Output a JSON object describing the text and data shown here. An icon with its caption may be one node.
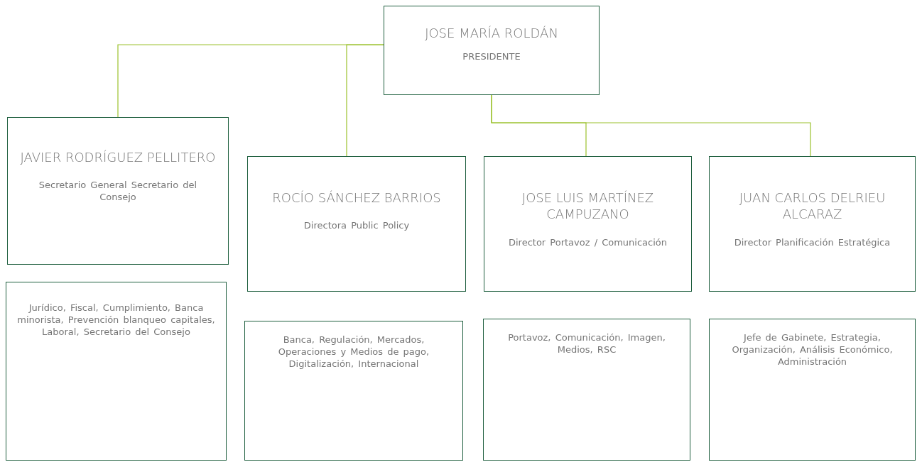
{
  "diagram": {
    "nodes": [
      {
        "text": [
          "JOSE MARÍA ROLDÁN",
          "PRESIDENTE"
        ]
      },
      {
        "text": [
          "JAVIER RODRÍGUEZ PELLITERO",
          "Secretario General Secretario del Consejo"
        ]
      },
      {
        "text": [
          "Jurídico, Fiscal, Cumplimiento, Banca minorista, Prevención blanqueo capitales, Laboral, Secretario del Consejo"
        ]
      },
      {
        "text": [
          "ROCÍO SÁNCHEZ BARRIOS",
          "Directora Public Policy"
        ]
      },
      {
        "text": [
          "Banca, Regulación, Mercados, Operaciones y Medios de pago, Digitalización, Internacional"
        ]
      },
      {
        "text": [
          "JOSE LUIS MARTÍNEZ CAMPUZANO",
          "Director Portavoz / Comunicación"
        ]
      },
      {
        "text": [
          "Portavoz, Comunicación, Imagen, Medios, RSC"
        ]
      },
      {
        "text": [
          "JUAN CARLOS DELRIEU ALCARAZ",
          "Director Planificación Estratégica"
        ]
      },
      {
        "text": [
          "Jefe de Gabinete, Estrategia, Organización, Análisis Económico, Administración"
        ]
      }
    ],
    "edges": [
      {
        "from": 0,
        "to": 1,
        "arrow": "none"
      },
      {
        "from": 0,
        "to": 3,
        "arrow": "none"
      },
      {
        "from": 0,
        "to": 5,
        "arrow": "none"
      },
      {
        "from": 0,
        "to": 7,
        "arrow": "none"
      }
    ]
  }
}
